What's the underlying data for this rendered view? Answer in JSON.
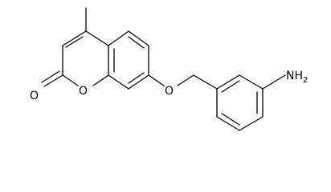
{
  "molecule": {
    "atoms": {
      "carbonyl_oxygen": "O",
      "ring_oxygen": "O",
      "ether_oxygen": "O",
      "amine": "NH",
      "amine_subscript": "2"
    },
    "colors": {
      "bond": "#000000",
      "label": "#000000",
      "background": "#ffffff"
    }
  }
}
